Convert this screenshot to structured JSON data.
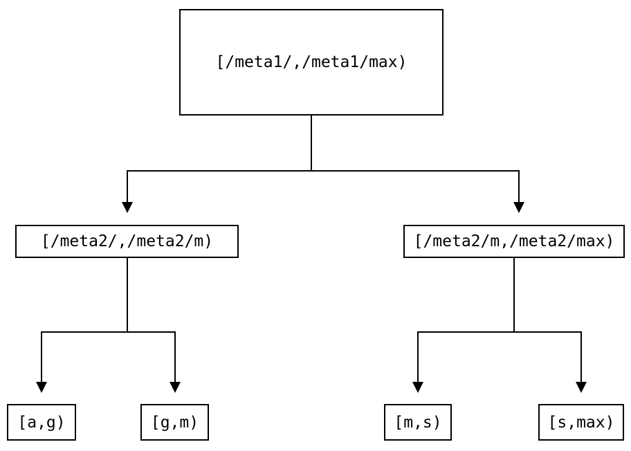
{
  "diagram": {
    "type": "tree",
    "description": "Key-range partition tree diagram",
    "nodes": {
      "root": {
        "label": "[/meta1/,/meta1/max)"
      },
      "meta2_low": {
        "label": "[/meta2/,/meta2/m)"
      },
      "meta2_high": {
        "label": "[/meta2/m,/meta2/max)"
      },
      "leaf_a_g": {
        "label": "[a,g)"
      },
      "leaf_g_m": {
        "label": "[g,m)"
      },
      "leaf_m_s": {
        "label": "[m,s)"
      },
      "leaf_s_max": {
        "label": "[s,max)"
      }
    },
    "edges": [
      {
        "from": "root",
        "to": "meta2_low"
      },
      {
        "from": "root",
        "to": "meta2_high"
      },
      {
        "from": "meta2_low",
        "to": "leaf_a_g"
      },
      {
        "from": "meta2_low",
        "to": "leaf_g_m"
      },
      {
        "from": "meta2_high",
        "to": "leaf_m_s"
      },
      {
        "from": "meta2_high",
        "to": "leaf_s_max"
      }
    ],
    "colors": {
      "background": "#ffffff",
      "line": "#000000",
      "box_border": "#000000",
      "text": "#000000"
    }
  }
}
